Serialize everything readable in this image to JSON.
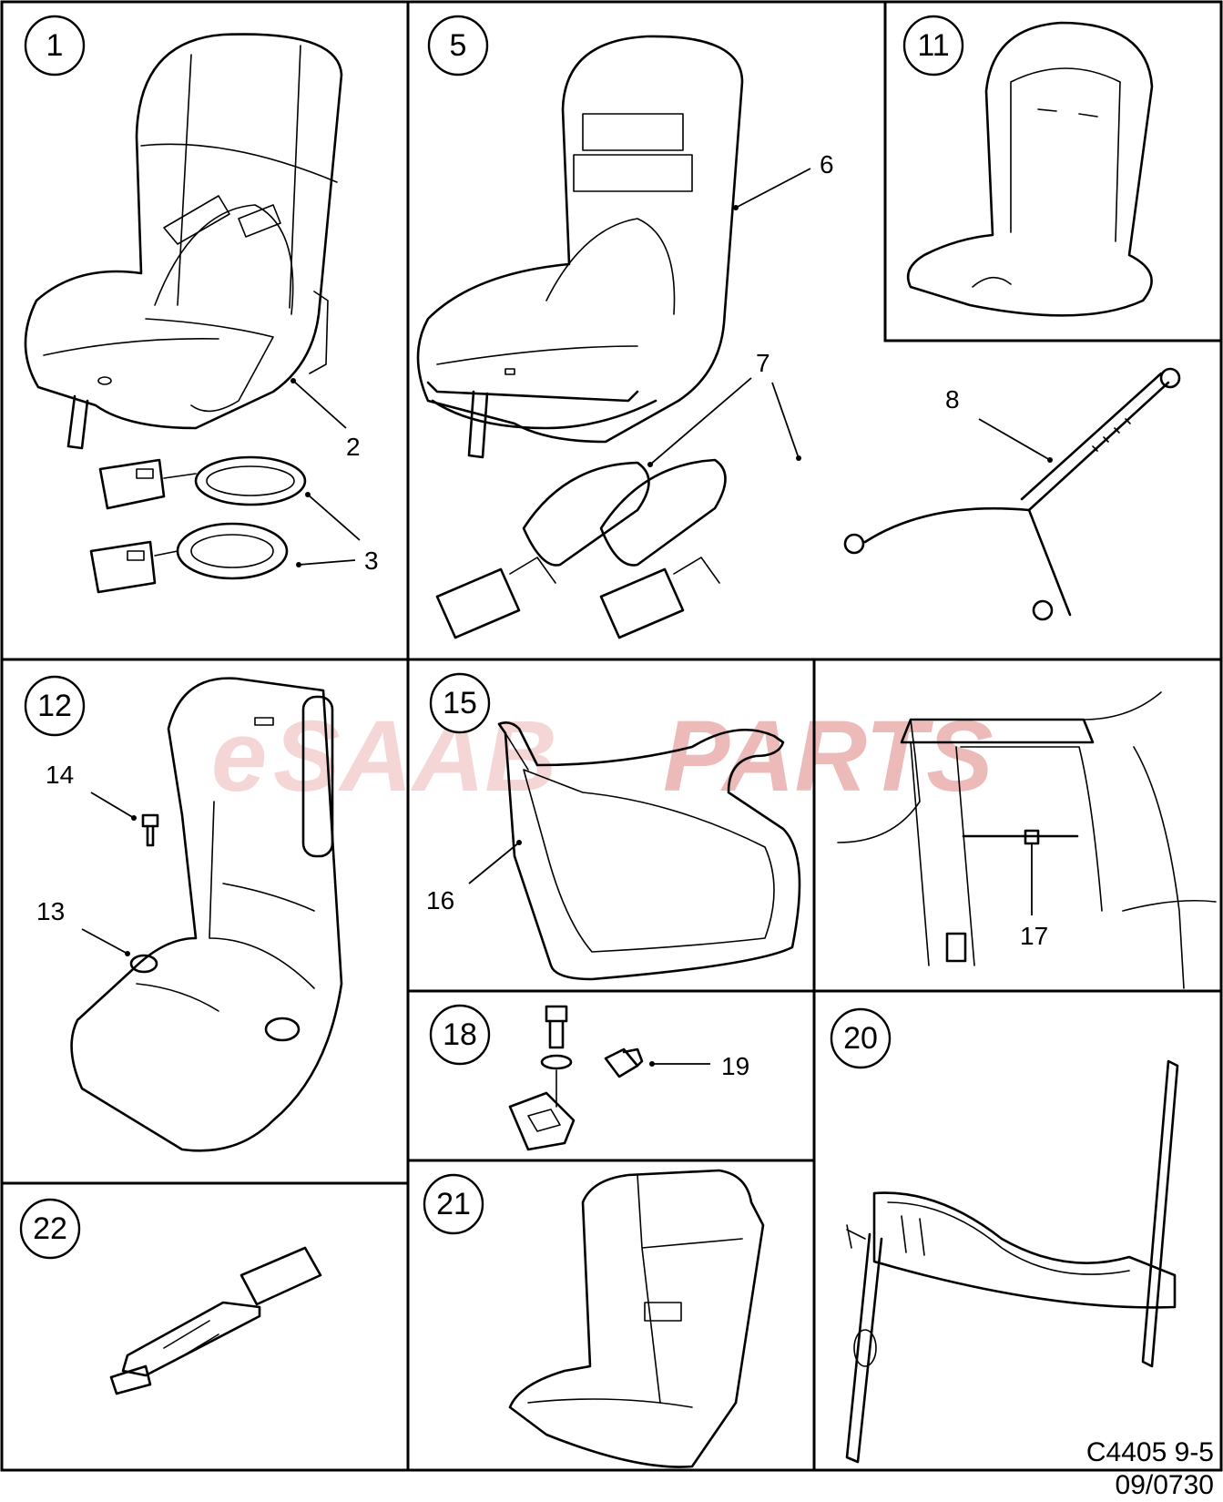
{
  "colors": {
    "line": "#000000",
    "background": "#ffffff",
    "watermark_light": "#f2c9c9",
    "watermark_dark": "#e8a3a3"
  },
  "watermark": {
    "prefix": "e",
    "brand": "SAAB",
    "suffix": "PARTS"
  },
  "panels": [
    {
      "id": "p1",
      "badge": "1",
      "callouts": [
        "2",
        "3"
      ]
    },
    {
      "id": "p5",
      "badge": "5",
      "callouts": [
        "6",
        "7",
        "8"
      ]
    },
    {
      "id": "p11",
      "badge": "11",
      "callouts": []
    },
    {
      "id": "p12",
      "badge": "12",
      "callouts": [
        "14",
        "13"
      ]
    },
    {
      "id": "p15",
      "badge": "15",
      "callouts": [
        "16"
      ]
    },
    {
      "id": "p17",
      "badge": "",
      "callouts": [
        "17"
      ]
    },
    {
      "id": "p18",
      "badge": "18",
      "callouts": [
        "19"
      ]
    },
    {
      "id": "p20",
      "badge": "20",
      "callouts": []
    },
    {
      "id": "p21",
      "badge": "21",
      "callouts": []
    },
    {
      "id": "p22",
      "badge": "22",
      "callouts": []
    }
  ],
  "callout_labels": {
    "c2": "2",
    "c3": "3",
    "c6": "6",
    "c7": "7",
    "c8": "8",
    "c13": "13",
    "c14": "14",
    "c16": "16",
    "c17": "17",
    "c19": "19"
  },
  "footer": {
    "code": "C4405 9-5",
    "date": "09/0730"
  }
}
